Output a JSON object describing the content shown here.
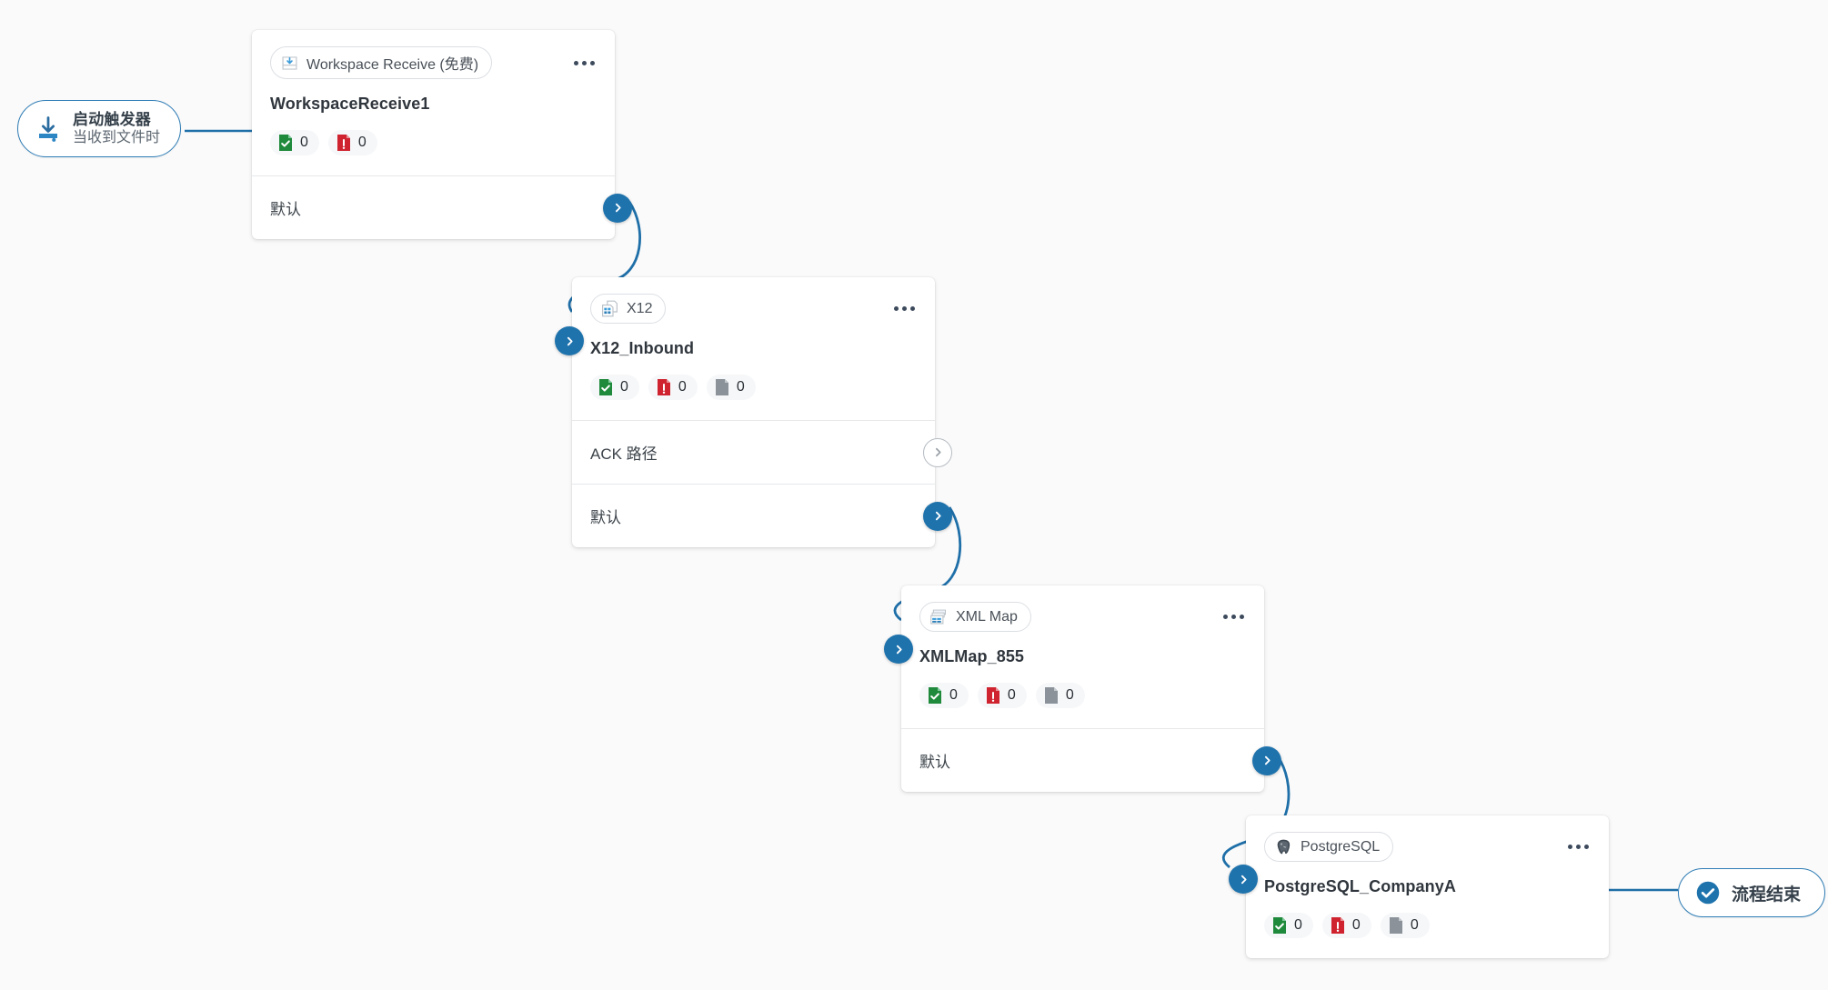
{
  "canvas": {
    "background": "#fafafa",
    "accent": "#1f73ad"
  },
  "trigger": {
    "icon": "receive-file-icon",
    "title": "启动触发器",
    "subtitle": "当收到文件时"
  },
  "end": {
    "icon": "check-circle-icon",
    "label": "流程结束"
  },
  "nodes": [
    {
      "id": "workspace-receive",
      "badge_icon": "workspace-receive-icon",
      "badge_label": "Workspace Receive (免费)",
      "title": "WorkspaceReceive1",
      "menu": "more-options-icon",
      "stats": [
        {
          "icon": "file-success-icon",
          "color": "#1f8a3c",
          "value": "0"
        },
        {
          "icon": "file-error-icon",
          "color": "#cf2430",
          "value": "0"
        }
      ],
      "outputs": [
        {
          "label": "默认",
          "port": "filled"
        }
      ]
    },
    {
      "id": "x12",
      "badge_icon": "x12-document-icon",
      "badge_label": "X12",
      "title": "X12_Inbound",
      "menu": "more-options-icon",
      "stats": [
        {
          "icon": "file-success-icon",
          "color": "#1f8a3c",
          "value": "0"
        },
        {
          "icon": "file-error-icon",
          "color": "#cf2430",
          "value": "0"
        },
        {
          "icon": "file-blank-icon",
          "color": "#8b9299",
          "value": "0"
        }
      ],
      "outputs": [
        {
          "label": "ACK 路径",
          "port": "hollow"
        },
        {
          "label": "默认",
          "port": "filled"
        }
      ]
    },
    {
      "id": "xmlmap",
      "badge_icon": "xml-map-icon",
      "badge_label": "XML Map",
      "title": "XMLMap_855",
      "menu": "more-options-icon",
      "stats": [
        {
          "icon": "file-success-icon",
          "color": "#1f8a3c",
          "value": "0"
        },
        {
          "icon": "file-error-icon",
          "color": "#cf2430",
          "value": "0"
        },
        {
          "icon": "file-blank-icon",
          "color": "#8b9299",
          "value": "0"
        }
      ],
      "outputs": [
        {
          "label": "默认",
          "port": "filled"
        }
      ]
    },
    {
      "id": "postgres",
      "badge_icon": "postgresql-elephant-icon",
      "badge_label": "PostgreSQL",
      "title": "PostgreSQL_CompanyA",
      "menu": "more-options-icon",
      "stats": [
        {
          "icon": "file-success-icon",
          "color": "#1f8a3c",
          "value": "0"
        },
        {
          "icon": "file-error-icon",
          "color": "#cf2430",
          "value": "0"
        },
        {
          "icon": "file-blank-icon",
          "color": "#8b9299",
          "value": "0"
        }
      ],
      "outputs": []
    }
  ]
}
